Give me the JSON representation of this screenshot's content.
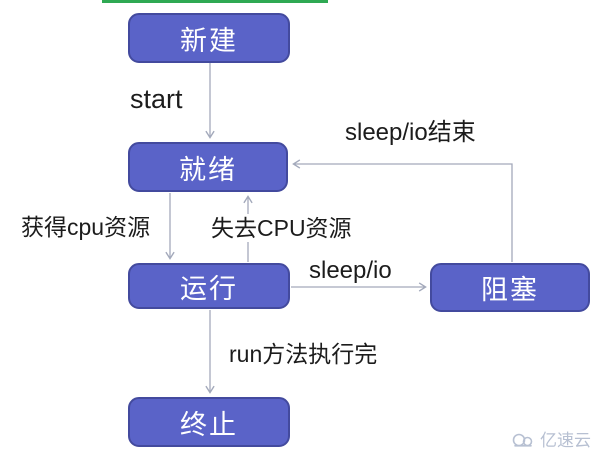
{
  "diagram": {
    "type": "state-diagram",
    "nodes": [
      {
        "id": "new",
        "label": "新建"
      },
      {
        "id": "ready",
        "label": "就绪"
      },
      {
        "id": "running",
        "label": "运行"
      },
      {
        "id": "blocked",
        "label": "阻塞"
      },
      {
        "id": "terminated",
        "label": "终止"
      }
    ],
    "edges": [
      {
        "from": "new",
        "to": "ready",
        "label": "start"
      },
      {
        "from": "blocked",
        "to": "ready",
        "label": "sleep/io结束"
      },
      {
        "from": "ready",
        "to": "running",
        "label": "获得cpu资源"
      },
      {
        "from": "running",
        "to": "ready",
        "label": "失去CPU资源"
      },
      {
        "from": "running",
        "to": "blocked",
        "label": "sleep/io"
      },
      {
        "from": "running",
        "to": "terminated",
        "label": "run方法执行完"
      }
    ],
    "colors": {
      "node_fill": "#5a63c8",
      "node_border": "#434a9e",
      "node_text": "#ffffff",
      "edge_line": "#a3a9bb",
      "label_text": "#1c1c1c",
      "title_underline": "#2fa953"
    }
  },
  "watermark": {
    "text": "亿速云",
    "color": "#b7c0d2"
  }
}
